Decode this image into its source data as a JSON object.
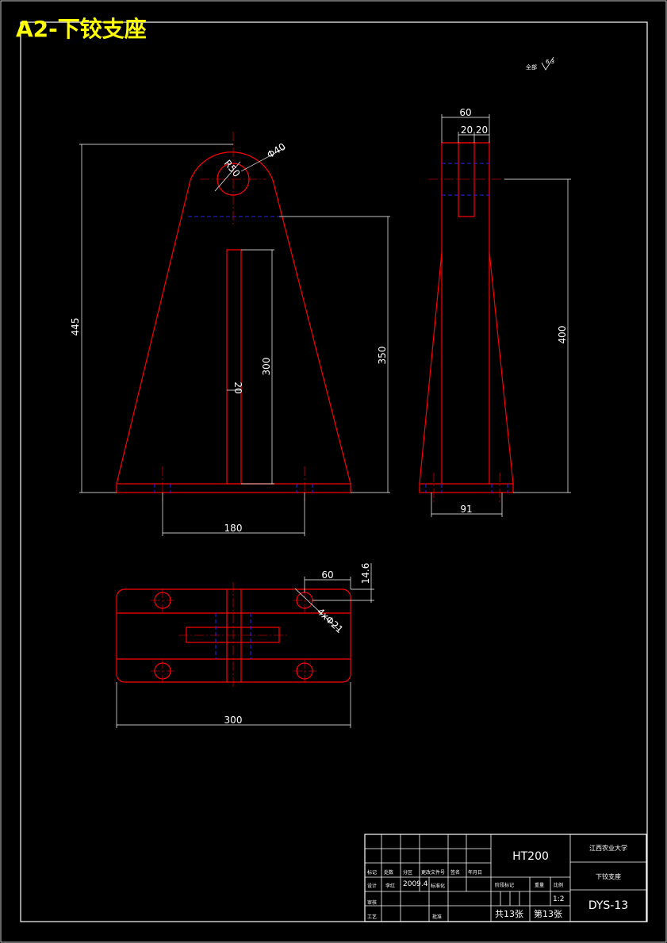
{
  "sheet": {
    "title": "A2-下铰支座",
    "title_color": "#ffff00",
    "surface_note": "全部",
    "surface_value": "6.3"
  },
  "colors": {
    "outline": "#ff0000",
    "dimension": "#ffffff",
    "hidden": "#2222ff",
    "center": "#ff0000",
    "background": "#000000"
  },
  "front_view": {
    "dims": {
      "total_height": "445",
      "body_height": "350",
      "slot_height": "300",
      "slot_width": "20",
      "bolt_spacing": "180",
      "radius": "R50",
      "hole_dia": "Φ40"
    }
  },
  "side_view": {
    "dims": {
      "top_width": "60",
      "lug_widths": "20 20",
      "height": "400",
      "base_width": "91"
    }
  },
  "top_view": {
    "dims": {
      "hole_offset": "60",
      "edge_offset": "14.6",
      "holes": "4xΦ21",
      "length": "300"
    }
  },
  "title_block": {
    "material": "HT200",
    "school": "江西农业大学",
    "part_name": "下铰支座",
    "drawing_no": "DYS-13",
    "scale": "1:2",
    "date": "2009.4",
    "designer": "李红",
    "sheet_total": "共13张",
    "sheet_no": "第13张",
    "headers": [
      "标记",
      "处数",
      "分区",
      "更改文件号",
      "签名",
      "年月日"
    ],
    "row_design": "设计",
    "row_std": "标准化",
    "row_stage": "阶段标记",
    "row_weight": "重量",
    "row_scale_label": "比例",
    "row_review": "审核",
    "row_process": "工艺",
    "row_approve": "批准"
  }
}
